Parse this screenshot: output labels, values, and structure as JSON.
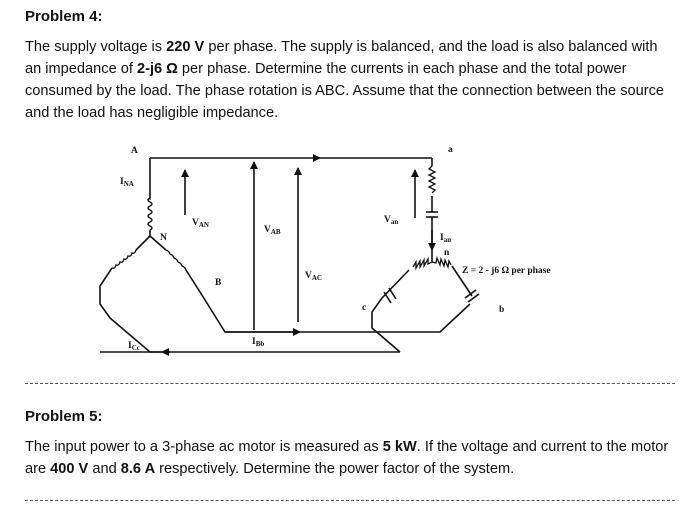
{
  "problem4": {
    "title": "Problem 4:",
    "p1": "The supply voltage is ",
    "b1": "220 V",
    "p2": " per phase. The supply is balanced, and the load is also balanced with an impedance of ",
    "b2": "2-j6 Ω",
    "p3": " per phase. Determine the currents in each phase and the total power consumed by the load. The phase rotation is ABC. Assume that the connection between the source and the load has negligible impedance."
  },
  "circuit": {
    "A": "A",
    "INA": "I",
    "INA_sub": "NA",
    "N": "N",
    "VAN": "V",
    "VAN_sub": "AN",
    "VAB": "V",
    "VAB_sub": "AB",
    "VAC": "V",
    "VAC_sub": "AC",
    "B": "B",
    "IBb": "I",
    "IBb_sub": "Bb",
    "ICc": "I",
    "ICc_sub": "Cc",
    "a": "a",
    "Van": "V",
    "Van_sub": "an",
    "Ian": "I",
    "Ian_sub": "an",
    "n": "n",
    "Z": "Z = 2 - j6 Ω per phase",
    "b": "b",
    "c": "c"
  },
  "problem5": {
    "title": "Problem 5:",
    "p1": "The input power to a 3-phase ac motor is measured as ",
    "b1": "5 kW",
    "p2": ". If the voltage and current to the motor are ",
    "b2": "400 V",
    "p3": " and ",
    "b3": "8.6 A",
    "p4": " respectively. Determine the power factor of the system."
  }
}
